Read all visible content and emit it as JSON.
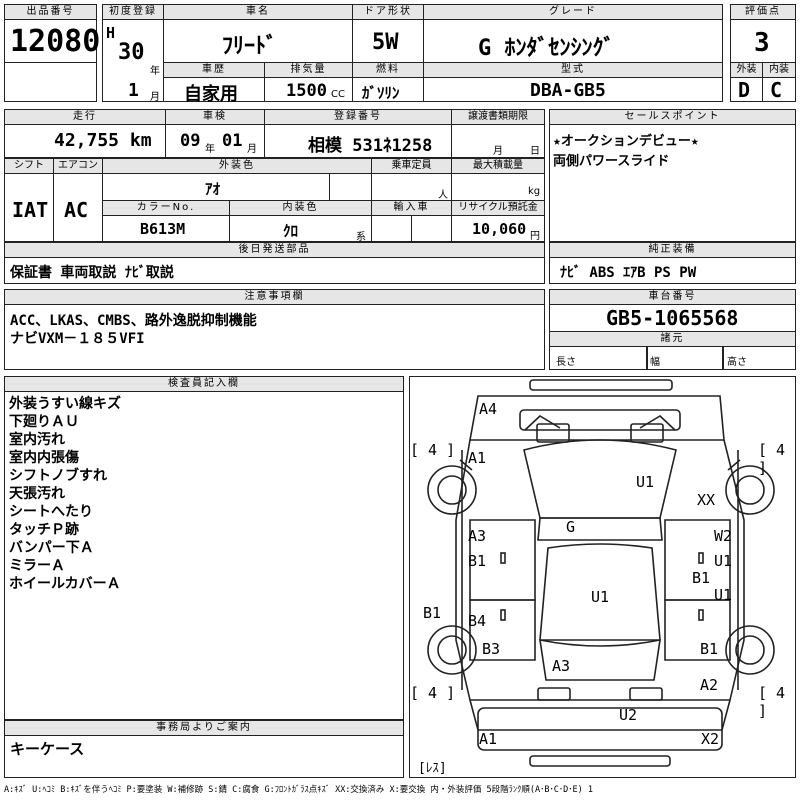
{
  "header": {
    "lot_label": "出品番号",
    "lot": "12080",
    "first_reg_label": "初度登録",
    "era": "H",
    "year": "30",
    "year_unit": "年",
    "month": "1",
    "month_unit": "月",
    "car_name_label": "車名",
    "car_name": "ﾌﾘｰﾄﾞ",
    "door_label": "ドア形状",
    "door": "5W",
    "grade_label": "グレード",
    "grade": "G ﾎﾝﾀﾞｾﾝｼﾝｸﾞ",
    "score_label": "評価点",
    "score": "3",
    "history_label": "車歴",
    "history": "自家用",
    "disp_label": "排気量",
    "disp": "1500",
    "disp_unit": "CC",
    "fuel_label": "燃料",
    "fuel": "ｶﾞｿﾘﾝ",
    "model_label": "型式",
    "model": "DBA-GB5",
    "ext_label": "外装",
    "ext": "D",
    "int_label": "内装",
    "int": "C"
  },
  "row2": {
    "mileage_label": "走行",
    "mileage": "42,755 km",
    "inspection_label": "車検",
    "insp_y": "09",
    "insp_y_unit": "年",
    "insp_m": "01",
    "insp_m_unit": "月",
    "plate_label": "登録番号",
    "plate": "相模 531ﾈ1258",
    "transfer_label": "譲渡書類期限",
    "transfer_m": "月",
    "transfer_d": "日",
    "sales_label": "セールスポイント",
    "sales_1": "★オークションデビュー★",
    "sales_2": "両側パワースライド"
  },
  "row3": {
    "shift_label": "シフト",
    "shift": "IAT",
    "ac_label": "エアコン",
    "ac": "AC",
    "color_label": "外装色",
    "color": "ｱｵ",
    "capacity_label": "乗車定員",
    "capacity_unit": "人",
    "load_label": "最大積載量",
    "load_unit": "kg",
    "color_no_label": "カラーNo.",
    "color_no": "B613M",
    "int_color_label": "内装色",
    "int_color": "ｸﾛ",
    "int_color_unit": "系",
    "import_label": "輸入車",
    "recycle_label": "リサイクル預託金",
    "recycle": "10,060",
    "recycle_unit": "円"
  },
  "row4": {
    "later_label": "後日発送部品",
    "later": "保証書 車両取説 ﾅﾋﾞ取説",
    "equip_label": "純正装備",
    "equip": "ﾅﾋﾞ ABS ｴｱB PS PW"
  },
  "row5": {
    "notice_label": "注意事項欄",
    "notice_1": "ACC、LKAS、CMBS、路外逸脱抑制機能",
    "notice_2": "ナビVXM－１８５VFI",
    "chassis_label": "車台番号",
    "chassis": "GB5-1065568",
    "dims_label": "諸元",
    "len_label": "長さ",
    "width_label": "幅",
    "height_label": "高さ"
  },
  "inspector": {
    "label": "検査員記入欄",
    "lines": [
      "外装うすい線キズ",
      "下廻りＡＵ",
      "室内汚れ",
      "室内内張傷",
      "シフトノブすれ",
      "天張汚れ",
      "シートへたり",
      "タッチＰ跡",
      "バンパー下Ａ",
      "ミラーＡ",
      "ホイールカバーＡ"
    ]
  },
  "office": {
    "label": "事務局よりご案内",
    "text": "キーケース"
  },
  "diagram": {
    "tires": [
      "[ 4 ]",
      "[ 4 ]",
      "[ 4 ]",
      "[ 4 ]"
    ],
    "spare": "[ﾚｽ]",
    "marks": [
      "A4",
      "A1",
      "U1",
      "XX",
      "G",
      "A3",
      "W2",
      "B1",
      "U1",
      "B1",
      "U1",
      "B1",
      "U1",
      "B4",
      "B3",
      "B1",
      "A3",
      "A2",
      "U2",
      "A1",
      "X2"
    ]
  },
  "legend": "A:ｷｽﾞ U:ﾍｺﾐ B:ｷｽﾞを伴うﾍｺﾐ P:要塗装 W:補修跡 S:錆 C:腐食 G:ﾌﾛﾝﾄｶﾞﾗｽ点ｷｽﾞ XX:交換済み X:要交換 内・外装評価 5段階ﾗﾝｸ順(A･B･C･D･E) 1"
}
